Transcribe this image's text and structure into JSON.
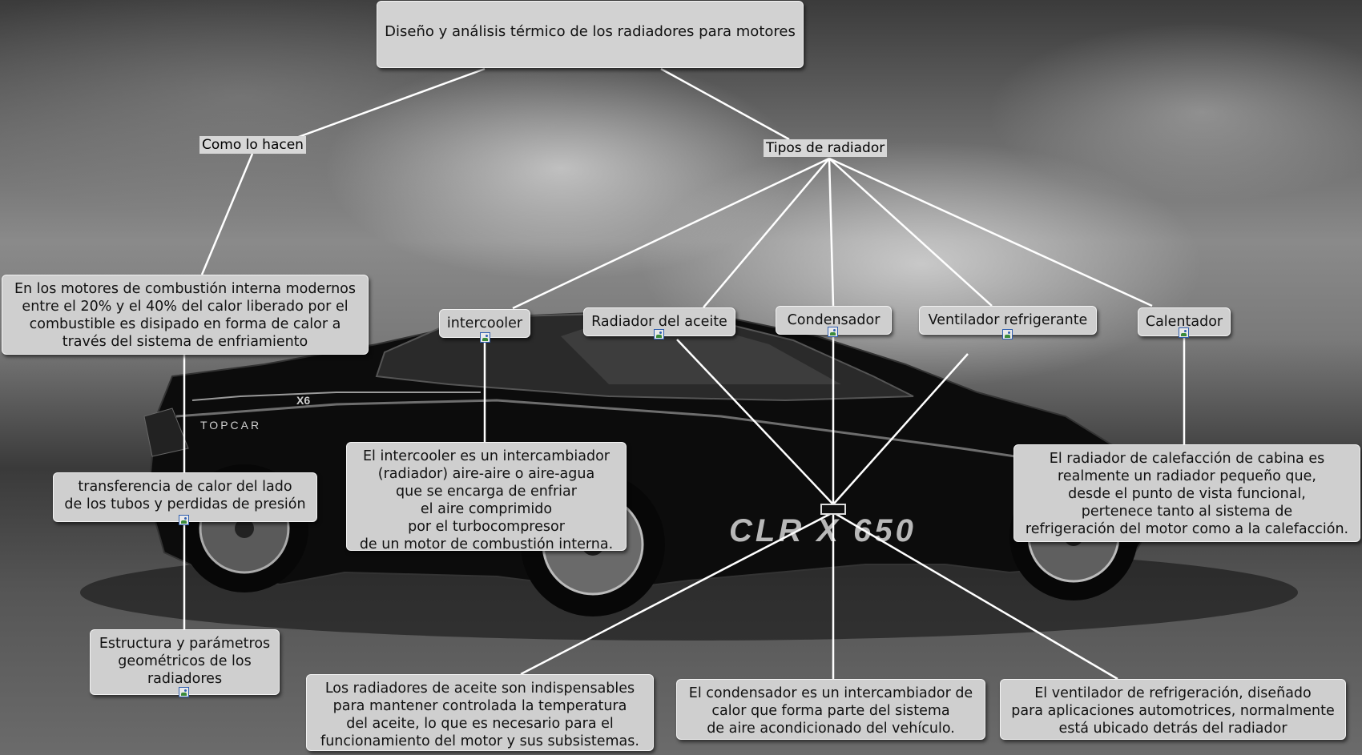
{
  "title": "Diseño y análisis térmico de los radiadores para motores",
  "links": {
    "como": "Como lo hacen",
    "tipos": "Tipos de radiador"
  },
  "concepts": {
    "intro": "En los motores de combustión interna modernos\nentre el 20% y el 40% del calor liberado por el\ncombustible es disipado en forma de calor a\ntravés del sistema de enfriamiento",
    "transferencia": "transferencia de calor del lado\nde los tubos y perdidas de presión",
    "estructura": "Estructura y parámetros\ngeométricos de los\nradiadores",
    "intercooler": "intercooler",
    "aceite": "Radiador del aceite",
    "condensador": "Condensador",
    "ventilador": "Ventilador refrigerante",
    "calentador": "Calentador",
    "intercooler_desc": "El intercooler es un intercambiador\n(radiador) aire-aire o aire-agua\nque se encarga de enfriar\nel aire comprimido\npor el turbocompresor\nde un motor de combustión interna.",
    "calentador_desc": "El radiador de calefacción de cabina es\nrealmente un radiador pequeño que,\ndesde el punto de vista funcional,\npertenece tanto al sistema de\nrefrigeración del motor como a la calefacción.",
    "aceite_desc": "Los radiadores de aceite son indispensables\npara mantener controlada la temperatura\ndel aceite, lo que es necesario para el\nfuncionamiento del motor y sus subsistemas.",
    "condensador_desc": "El condensador es un intercambiador de\ncalor que forma parte del sistema\nde aire acondicionado del vehículo.",
    "ventilador_desc": "El ventilador de refrigeración, diseñado\npara aplicaciones automotrices, normalmente\nestá ubicado detrás del radiador"
  },
  "car_text": {
    "badge": "X6",
    "brand": "TOPCAR",
    "model": "CLR X 650"
  },
  "colors": {
    "node_bg": "#cfcfcf",
    "link": "#ffffff",
    "image_icon_border": "#2f5fb0"
  }
}
